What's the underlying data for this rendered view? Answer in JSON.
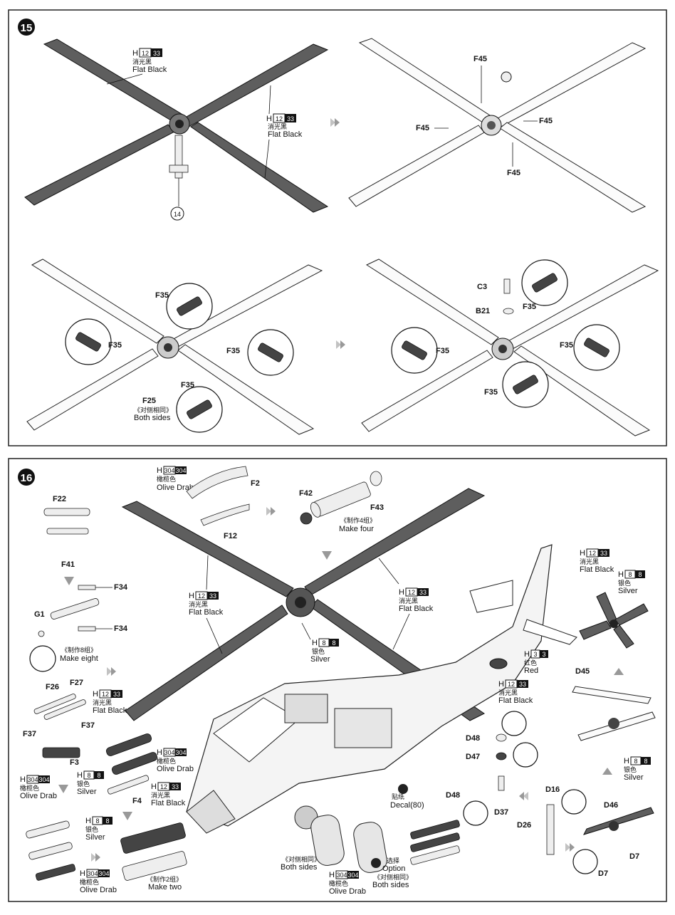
{
  "step15": {
    "number": "15",
    "quadrant1": {
      "paint_top": {
        "prefix": "H",
        "a": "12",
        "b": "33",
        "cn": "消光黑",
        "en": "Flat Black"
      },
      "paint_right": {
        "prefix": "H",
        "a": "12",
        "b": "33",
        "cn": "消光黑",
        "en": "Flat Black"
      },
      "subassembly": "14"
    },
    "quadrant2": {
      "labels": [
        "F45",
        "F45",
        "F45",
        "F45"
      ]
    },
    "quadrant3": {
      "labels": [
        "F35",
        "F35",
        "F35",
        "F25",
        "F35"
      ],
      "note_cn": "《对侧相同》",
      "note_en": "Both sides"
    },
    "quadrant4": {
      "labels": [
        "C3",
        "B21",
        "F35",
        "F35",
        "F35",
        "F35"
      ]
    }
  },
  "step16": {
    "number": "16",
    "intake": {
      "paint": {
        "prefix": "H",
        "a": "304",
        "b": "304",
        "cn": "橄榄色",
        "en": "Olive Drab"
      },
      "labels": [
        "F2",
        "F12"
      ]
    },
    "rocket": {
      "labels": [
        "F42",
        "F43"
      ],
      "note_cn": "《制作4组》",
      "note_en": "Make four"
    },
    "left_column": {
      "labels": [
        "F22",
        "F41",
        "F34",
        "F34",
        "G1"
      ],
      "note_cn": "《制作8组》",
      "note_en": "Make eight"
    },
    "launcher": {
      "labels": [
        "F26",
        "F27",
        "F37",
        "F37",
        "F3",
        "F4"
      ],
      "paint_olive": {
        "prefix": "H",
        "a": "304",
        "b": "304",
        "cn": "橄榄色",
        "en": "Olive Drab"
      },
      "paint_black": {
        "prefix": "H",
        "a": "12",
        "b": "33",
        "cn": "消光黑",
        "en": "Flat Black"
      },
      "paint_silver": {
        "prefix": "H",
        "a": "8",
        "b": "8",
        "cn": "银色",
        "en": "Silver"
      },
      "paint_olive2": {
        "prefix": "H",
        "a": "304",
        "b": "304",
        "cn": "橄榄色",
        "en": "Olive Drab"
      },
      "paint_black2": {
        "prefix": "H",
        "a": "12",
        "b": "33",
        "cn": "消光黑",
        "en": "Flat Black"
      }
    },
    "bottom_left": {
      "paint_silver": {
        "prefix": "H",
        "a": "8",
        "b": "8",
        "cn": "银色",
        "en": "Silver"
      },
      "paint_olive": {
        "prefix": "H",
        "a": "304",
        "b": "304",
        "cn": "橄榄色",
        "en": "Olive Drab"
      },
      "note_cn": "《制作2组》",
      "note_en": "Make two"
    },
    "rotor": {
      "paint_left": {
        "prefix": "H",
        "a": "12",
        "b": "33",
        "cn": "消光黑",
        "en": "Flat Black"
      },
      "paint_right": {
        "prefix": "H",
        "a": "12",
        "b": "33",
        "cn": "消光黑",
        "en": "Flat Black"
      },
      "paint_hub": {
        "prefix": "H",
        "a": "8",
        "b": "8",
        "cn": "银色",
        "en": "Silver"
      }
    },
    "tail": {
      "paint_black": {
        "prefix": "H",
        "a": "12",
        "b": "33",
        "cn": "消光黑",
        "en": "Flat Black"
      },
      "paint_silver": {
        "prefix": "H",
        "a": "8",
        "b": "8",
        "cn": "银色",
        "en": "Silver"
      },
      "paint_red": {
        "prefix": "H",
        "a": "3",
        "b": "3",
        "cn": "红色",
        "en": "Red"
      },
      "paint_black2": {
        "prefix": "H",
        "a": "12",
        "b": "33",
        "cn": "消光黑",
        "en": "Flat Black"
      },
      "rotor_label": "D45",
      "paint_silver2": {
        "prefix": "H",
        "a": "8",
        "b": "8",
        "cn": "银色",
        "en": "Silver"
      }
    },
    "parts_right": {
      "labels": [
        "D48",
        "D47",
        "D48",
        "D37",
        "D16",
        "D26",
        "D46",
        "D7",
        "D7"
      ]
    },
    "decal": {
      "cn": "贴纸",
      "en": "Decal(80)"
    },
    "pods": {
      "note_cn": "《对侧相同》",
      "note_en": "Both sides",
      "paint": {
        "prefix": "H",
        "a": "304",
        "b": "304",
        "cn": "橄榄色",
        "en": "Olive Drab"
      },
      "option_cn": "选择",
      "option_en": "Option",
      "note2_cn": "《对侧相同》",
      "note2_en": "Both sides"
    }
  }
}
